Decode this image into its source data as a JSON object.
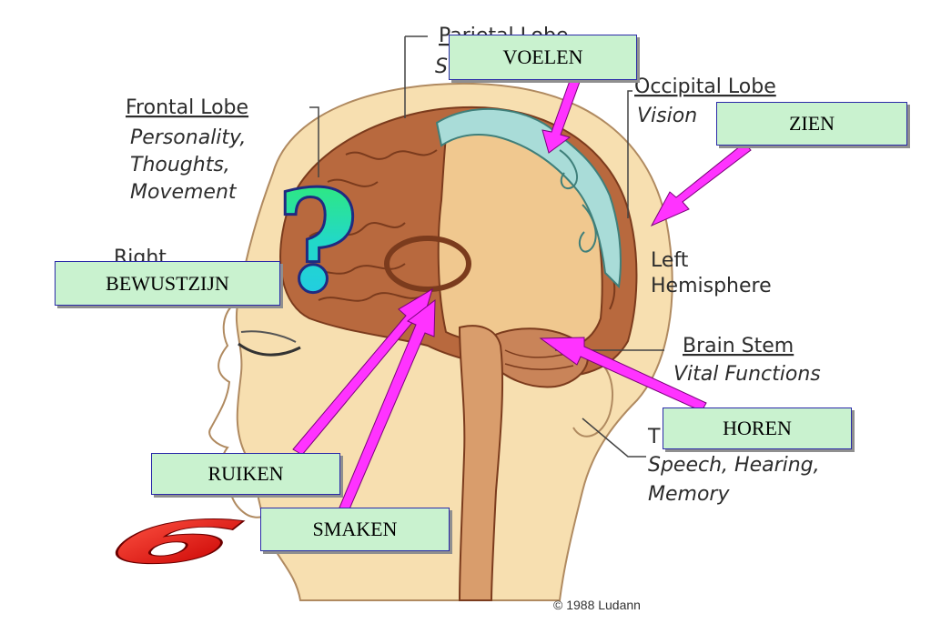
{
  "diagram": {
    "labels": {
      "parietal_title": "Parietal Lobe",
      "parietal_sub": "S",
      "frontal_title": "Frontal Lobe",
      "frontal_l1": "Personality,",
      "frontal_l2": "Thoughts,",
      "frontal_l3": "Movement",
      "occipital_title": "Occipital Lobe",
      "occipital_sub": "Vision",
      "right_hemisphere": "Right",
      "left_l1": "Left",
      "left_l2": "Hemisphere",
      "brainstem_title": "Brain Stem",
      "brainstem_sub": "Vital Functions",
      "temporal_title": "T",
      "temporal_l1": "Speech, Hearing,",
      "temporal_l2": "Memory",
      "copyright": "© 1988 Ludann"
    },
    "boxes": {
      "voelen": "VOELEN",
      "zien": "ZIEN",
      "bewustzijn": "BEWUSTZIJN",
      "horen": "HOREN",
      "ruiken": "RUIKEN",
      "smaken": "SMAKEN"
    },
    "question_mark": "?",
    "number_badge": "6",
    "colors": {
      "box_fill": "#c9f2cf",
      "box_border": "#2a2aa8",
      "arrow": "#ff33ff",
      "skin": "#f7dfb0",
      "cortex": "#b8693e",
      "section": "#f0c88f",
      "blue_region": "#a9dcd8",
      "badge_red": "#e3191b"
    }
  }
}
